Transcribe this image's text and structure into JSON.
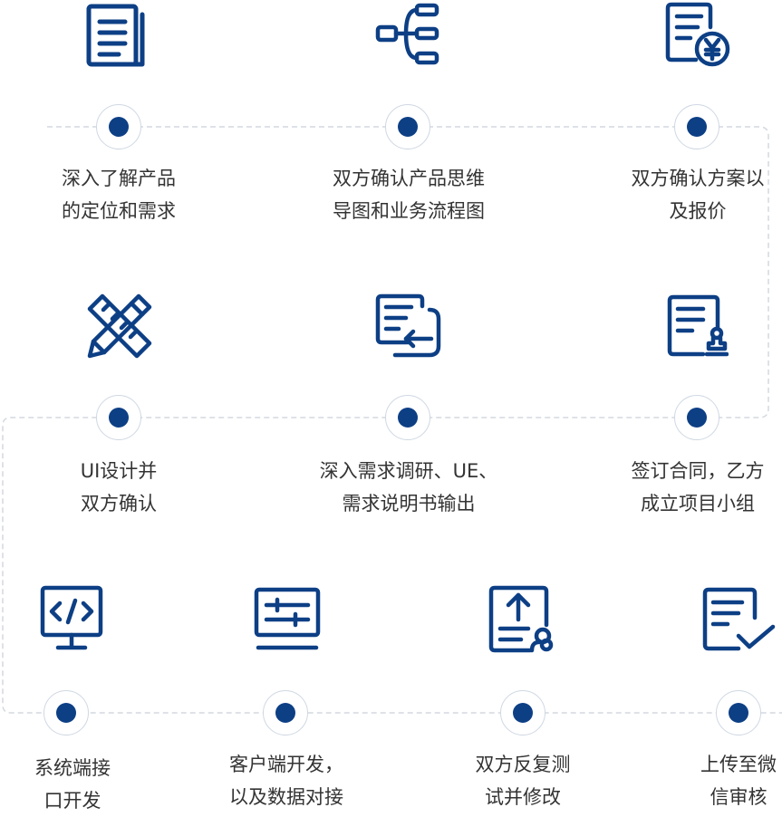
{
  "colors": {
    "accent": "#0d3f85",
    "text": "#333333",
    "connector": "#d4d9df"
  },
  "steps": [
    {
      "icon": "document-icon",
      "lines": [
        "深入了解产品",
        "的定位和需求"
      ]
    },
    {
      "icon": "mind-map-icon",
      "lines": [
        "双方确认产品思维",
        "导图和业务流程图"
      ]
    },
    {
      "icon": "quotation-icon",
      "lines": [
        "双方确认方案以",
        "及报价"
      ]
    },
    {
      "icon": "pencil-ruler-icon",
      "lines": [
        "UI设计并",
        "双方确认"
      ]
    },
    {
      "icon": "document-return-icon",
      "lines": [
        "深入需求调研、UE、",
        "需求说明书输出"
      ]
    },
    {
      "icon": "contract-stamp-icon",
      "lines": [
        "签订合同，乙方",
        "成立项目小组"
      ]
    },
    {
      "icon": "code-monitor-icon",
      "lines": [
        "系统端接",
        "口开发"
      ]
    },
    {
      "icon": "settings-sliders-icon",
      "lines": [
        "客户端开发，",
        "以及数据对接"
      ]
    },
    {
      "icon": "upload-review-icon",
      "lines": [
        "双方反复测",
        "试并修改"
      ]
    },
    {
      "icon": "document-check-icon",
      "lines": [
        "上传至微",
        "信审核"
      ]
    }
  ]
}
